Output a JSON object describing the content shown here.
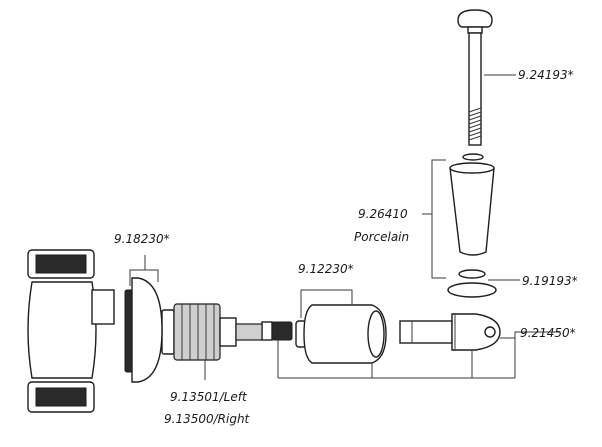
{
  "parts": [
    {
      "id": "handle-screw",
      "number": "9.24193*"
    },
    {
      "id": "porcelain-handle",
      "number": "9.26410",
      "note": "Porcelain"
    },
    {
      "id": "handle-washer",
      "number": "9.19193*"
    },
    {
      "id": "handle-stem-adapter",
      "number": "9.21450*"
    },
    {
      "id": "bonnet",
      "number": "9.12230*"
    },
    {
      "id": "cover-plate",
      "number": "9.18230*"
    },
    {
      "id": "cartridge",
      "number_left": "9.13501/Left",
      "number_right": "9.13500/Right"
    }
  ]
}
